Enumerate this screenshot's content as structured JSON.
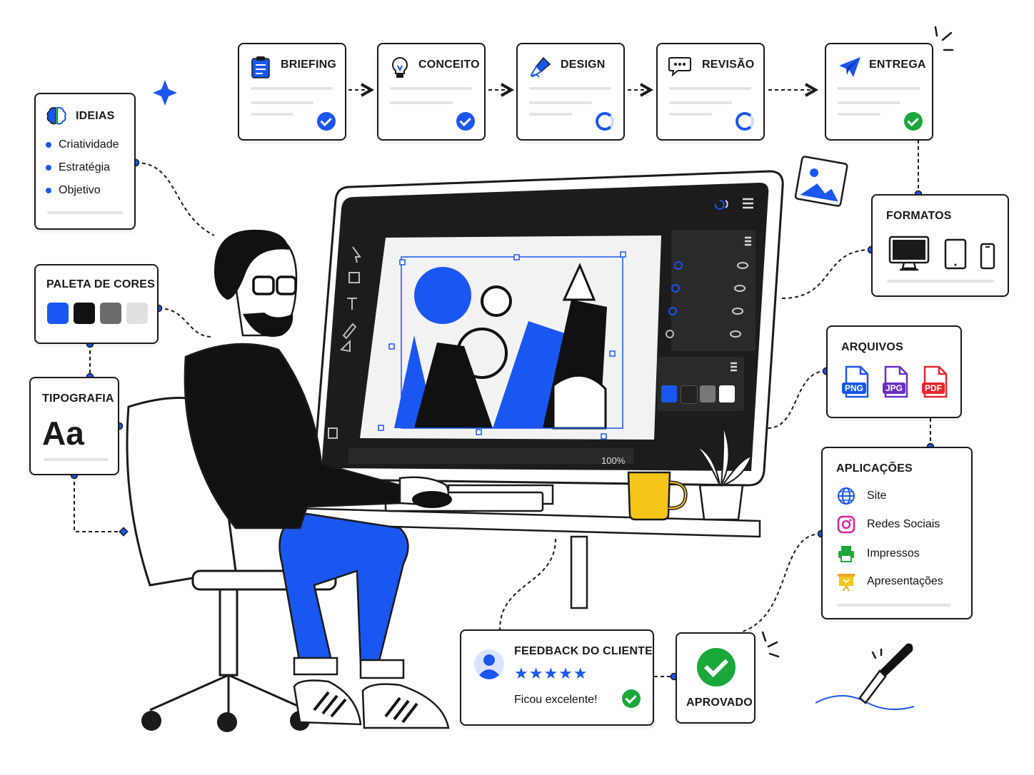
{
  "colors": {
    "accent": "#1a56f0",
    "success": "#1aa83a",
    "ink": "#1a1a1a",
    "yellow": "#f5c518"
  },
  "workflow": [
    {
      "label": "BRIEFING",
      "icon": "clipboard-icon",
      "status": "done"
    },
    {
      "label": "CONCEITO",
      "icon": "lightbulb-icon",
      "status": "done"
    },
    {
      "label": "DESIGN",
      "icon": "pen-nib-icon",
      "status": "in-progress"
    },
    {
      "label": "REVISÃO",
      "icon": "chat-bubble-icon",
      "status": "in-progress"
    },
    {
      "label": "ENTREGA",
      "icon": "paper-plane-icon",
      "status": "approved"
    }
  ],
  "ideas": {
    "title": "IDEIAS",
    "items": [
      "Criatividade",
      "Estratégia",
      "Objetivo"
    ]
  },
  "palette": {
    "title": "PALETA DE CORES",
    "colors": [
      "#1a56f0",
      "#111111",
      "#6b6b6b",
      "#e0e0e0"
    ]
  },
  "typography": {
    "title": "TIPOGRAFIA",
    "sample": "Aa"
  },
  "formats": {
    "title": "FORMATOS",
    "devices": [
      "desktop-icon",
      "tablet-icon",
      "phone-icon"
    ]
  },
  "files": {
    "title": "ARQUIVOS",
    "types": [
      {
        "label": "PNG",
        "color": "#1a56f0"
      },
      {
        "label": "JPG",
        "color": "#6b2fc4"
      },
      {
        "label": "PDF",
        "color": "#e5262e"
      }
    ]
  },
  "applications": {
    "title": "APLICAÇÕES",
    "items": [
      {
        "label": "Site",
        "icon": "globe-icon"
      },
      {
        "label": "Redes Sociais",
        "icon": "instagram-icon"
      },
      {
        "label": "Impressos",
        "icon": "printer-icon"
      },
      {
        "label": "Apresentações",
        "icon": "presentation-icon"
      }
    ]
  },
  "feedback": {
    "title": "FEEDBACK DO CLIENTE",
    "stars": "★★★★★",
    "comment": "Ficou excelente!"
  },
  "approved": {
    "label": "APROVADO"
  },
  "monitor": {
    "zoom": "100%",
    "panel_swatches": [
      "#1a56f0",
      "#222222",
      "#777777",
      "#ffffff"
    ]
  }
}
